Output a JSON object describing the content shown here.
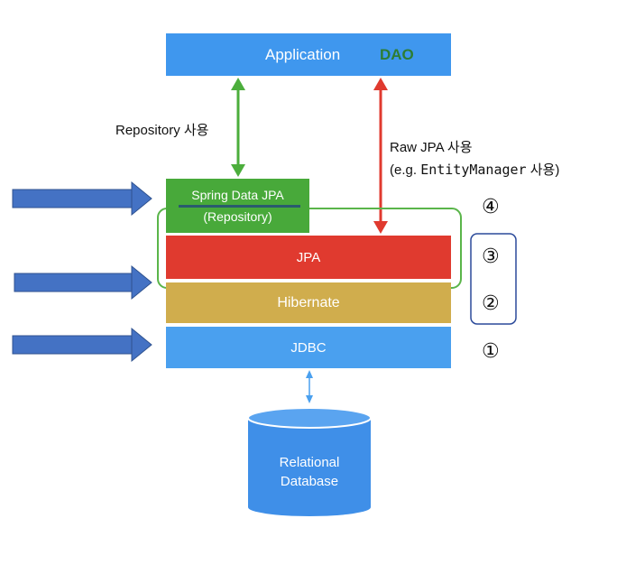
{
  "application": {
    "label": "Application",
    "dao": "DAO"
  },
  "repo_label": "Repository 사용",
  "raw_jpa": {
    "line1": "Raw JPA 사용",
    "prefix": "(e.g. ",
    "code": "EntityManager",
    "suffix": " 사용)"
  },
  "spring_data": {
    "line1": "Spring Data JPA",
    "line2": "(Repository)"
  },
  "jpa_label": "JPA",
  "hibernate_label": "Hibernate",
  "jdbc_label": "JDBC",
  "database": {
    "line1": "Relational",
    "line2": "Database"
  },
  "markers": [
    "④",
    "③",
    "②",
    "①"
  ],
  "colors": {
    "application": "#3f97ee",
    "spring_data": "#48a93a",
    "jpa": "#e03a2f",
    "hibernate": "#d0ad4d",
    "jdbc": "#4aa0ef",
    "database": "#3f8fe8",
    "pointer_arrows": "#4472c4"
  }
}
